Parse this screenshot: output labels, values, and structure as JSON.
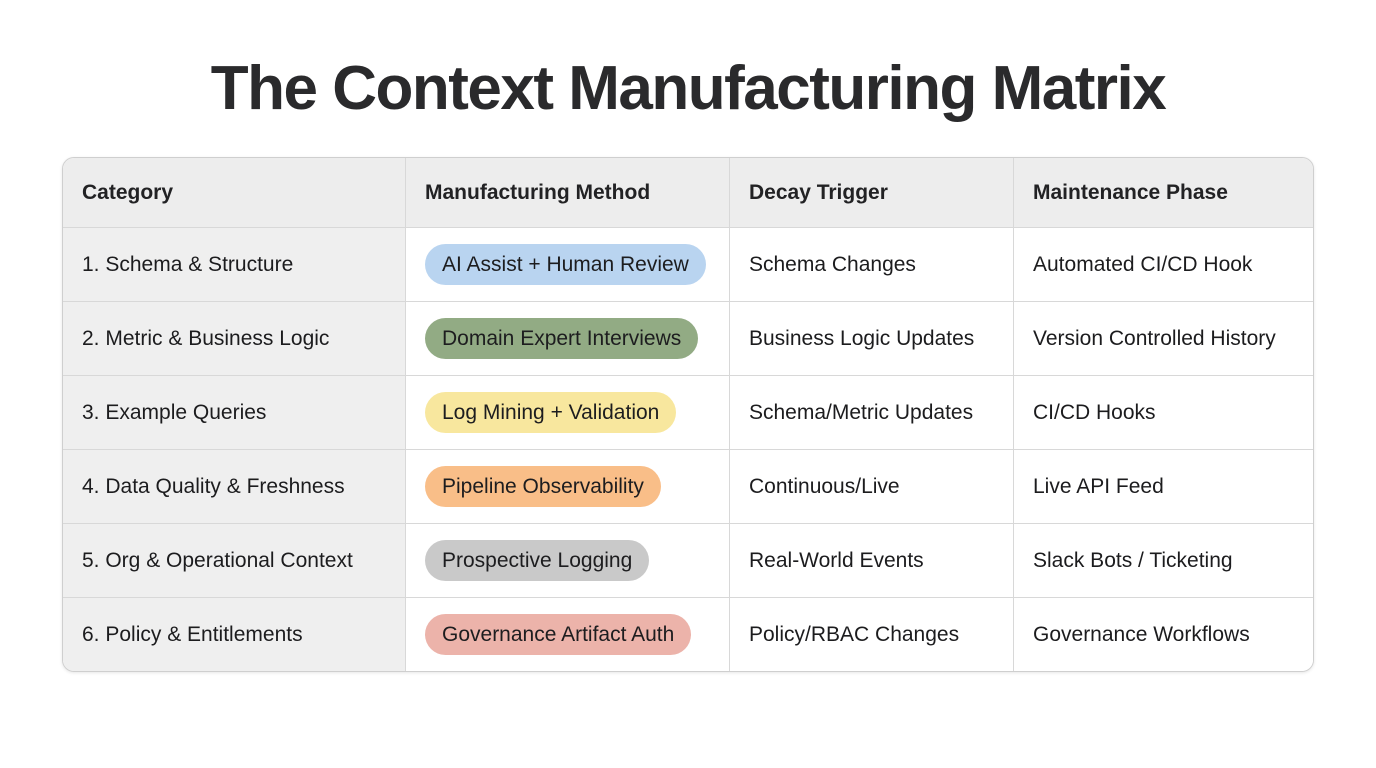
{
  "page": {
    "title": "The Context Manufacturing Matrix"
  },
  "colors": {
    "header_bg": "#ededed",
    "first_column_bg": "#efefef",
    "grid_border": "#d8d8d8",
    "title_text": "#2a2a2c"
  },
  "chart_data": {
    "type": "table",
    "title": "The Context Manufacturing Matrix",
    "columns": [
      "Category",
      "Manufacturing Method",
      "Decay Trigger",
      "Maintenance Phase"
    ],
    "rows": [
      {
        "category": "1. Schema & Structure",
        "method": "AI Assist + Human Review",
        "pill_color": "#b9d4f0",
        "trigger": "Schema Changes",
        "maintenance": "Automated CI/CD Hook"
      },
      {
        "category": "2. Metric & Business Logic",
        "method": "Domain Expert Interviews",
        "pill_color": "#92ab84",
        "trigger": "Business Logic Updates",
        "maintenance": "Version Controlled History"
      },
      {
        "category": "3. Example Queries",
        "method": "Log Mining + Validation",
        "pill_color": "#f8e79e",
        "trigger": "Schema/Metric Updates",
        "maintenance": "CI/CD Hooks"
      },
      {
        "category": "4. Data Quality & Freshness",
        "method": "Pipeline Observability",
        "pill_color": "#f9be88",
        "trigger": "Continuous/Live",
        "maintenance": "Live API Feed"
      },
      {
        "category": "5. Org & Operational Context",
        "method": "Prospective Logging",
        "pill_color": "#c9c9c9",
        "trigger": "Real-World Events",
        "maintenance": "Slack Bots / Ticketing"
      },
      {
        "category": "6. Policy & Entitlements",
        "method": "Governance Artifact Auth",
        "pill_color": "#ecb3aa",
        "trigger": "Policy/RBAC Changes",
        "maintenance": "Governance Workflows"
      }
    ],
    "layout": {
      "grid": "off",
      "legend": "none",
      "column_count": 4,
      "row_count": 6
    }
  }
}
